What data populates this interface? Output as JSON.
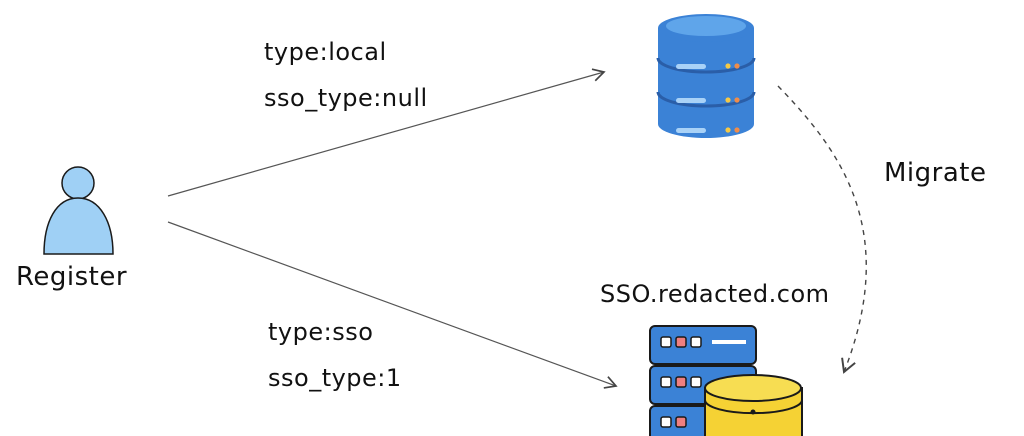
{
  "actor": {
    "label": "Register",
    "icon": "user-icon",
    "color": "#9fd0f5"
  },
  "arrows": {
    "to_local_db": {
      "line1": "type:local",
      "line2": "sso_type:null"
    },
    "to_sso_server": {
      "line1": "type:sso",
      "line2": "sso_type:1"
    },
    "migrate": {
      "label": "Migrate",
      "style": "dashed"
    }
  },
  "nodes": {
    "local_db": {
      "icon": "database-icon",
      "color": "#3b82d6"
    },
    "sso_server": {
      "label": "SSO.redacted.com",
      "icon": "server-rack-icon",
      "db_icon": "database-icon",
      "server_color": "#3b82d6",
      "db_color": "#f5d234"
    }
  }
}
